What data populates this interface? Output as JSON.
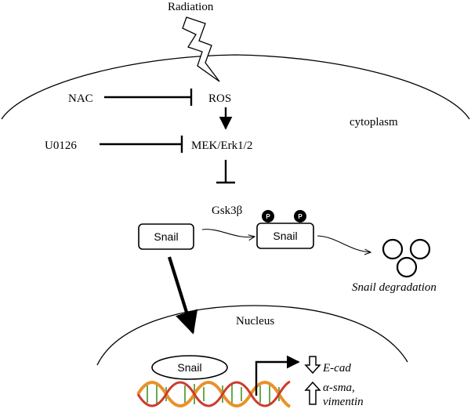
{
  "diagram": {
    "labels": {
      "radiation": "Radiation",
      "nac": "NAC",
      "ros": "ROS",
      "cytoplasm": "cytoplasm",
      "u0126": "U0126",
      "mek": "MEK/Erk1/2",
      "gsk": "Gsk3β",
      "snail_left": "Snail",
      "snail_right": "Snail",
      "phospho_1": "P",
      "phospho_2": "P",
      "snail_degradation": "Snail degradation",
      "nucleus": "Nucleus",
      "snail_nucleus": "Snail",
      "ecad": "E-cad",
      "asma": "α-sma,",
      "vimentin": "vimentin"
    },
    "colors": {
      "stroke": "#000000",
      "dna_orange": "#e8912a",
      "dna_green": "#6aa84f",
      "dna_red": "#cc3b2b"
    },
    "icons": [
      "lightning-icon",
      "down-arrow-icon",
      "up-arrow-icon"
    ]
  }
}
